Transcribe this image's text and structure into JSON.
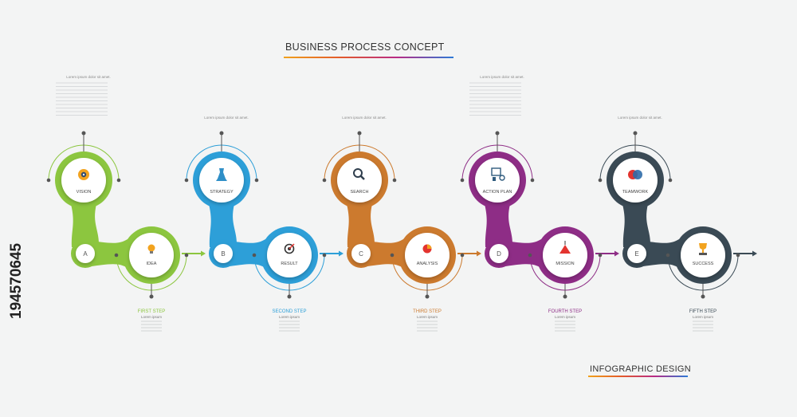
{
  "title_top": "BUSINESS PROCESS CONCEPT",
  "title_bottom": "INFOGRAPHIC DESIGN",
  "stock_id": "194570645",
  "steps": [
    {
      "letter": "A",
      "top_label": "VISION",
      "top_icon": "eye-bulb-icon",
      "bottom_label": "IDEA",
      "bottom_icon": "lightbulb-icon",
      "step_title": "FIRST STEP",
      "step_sub": "Lorem ipsum",
      "top_text": "Lorem ipsum dolor sit amet.",
      "color": "#8cc63f"
    },
    {
      "letter": "B",
      "top_label": "STRATEGY",
      "top_icon": "chess-piece-icon",
      "bottom_label": "RESULT",
      "bottom_icon": "target-icon",
      "step_title": "SECOND STEP",
      "step_sub": "Lorem ipsum",
      "top_text": "Lorem ipsum dolor sit amet.",
      "color": "#2d9fd8"
    },
    {
      "letter": "C",
      "top_label": "SEARCH",
      "top_icon": "magnifier-icon",
      "bottom_label": "ANALYSIS",
      "bottom_icon": "pie-chart-icon",
      "step_title": "THIRD STEP",
      "step_sub": "Lorem ipsum",
      "top_text": "Lorem ipsum dolor sit amet.",
      "color": "#cc7a2e"
    },
    {
      "letter": "D",
      "top_label": "ACTION PLAN",
      "top_icon": "presentation-icon",
      "bottom_label": "MISSION",
      "bottom_icon": "mountain-flag-icon",
      "step_title": "FOURTH STEP",
      "step_sub": "Lorem ipsum",
      "top_text": "Lorem ipsum dolor sit amet.",
      "color": "#8e2d86"
    },
    {
      "letter": "E",
      "top_label": "TEAMWORK",
      "top_icon": "heads-icon",
      "bottom_label": "SUCCESS",
      "bottom_icon": "trophy-icon",
      "step_title": "FIFTH STEP",
      "step_sub": "Lorem ipsum",
      "top_text": "Lorem ipsum dolor sit amet.",
      "color": "#3a4a55"
    }
  ],
  "colors": {
    "background": "#f3f4f4",
    "line_gray": "#555555"
  }
}
